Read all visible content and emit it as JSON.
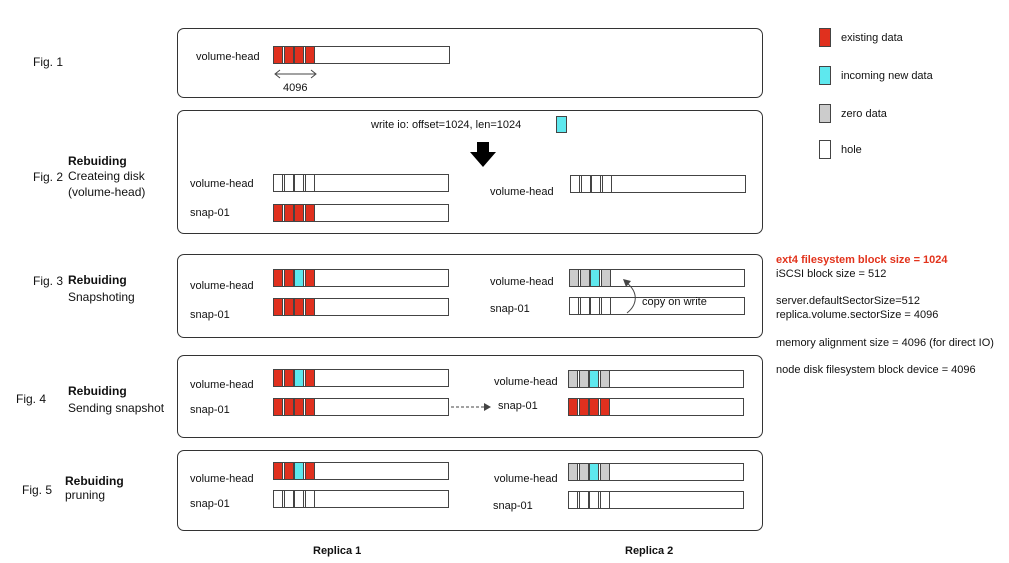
{
  "colors": {
    "existing": "#e0301e",
    "incoming": "#5ee8ee",
    "zero": "#cccccc",
    "hole": "#ffffff",
    "highlight_text": "#e2331c"
  },
  "figures": [
    {
      "label": "Fig. 1"
    },
    {
      "label": "Fig. 2",
      "title": "Rebuiding",
      "subtitle": "Createing disk\n(volume-head)"
    },
    {
      "label": "Fig. 3",
      "title": "Rebuiding",
      "subtitle": "Snapshoting"
    },
    {
      "label": "Fig. 4",
      "title": "Rebuiding",
      "subtitle": "Sending snapshot"
    },
    {
      "label": "Fig. 5",
      "title": "Rebuiding",
      "subtitle": "pruning"
    }
  ],
  "labels": {
    "volume_head": "volume-head",
    "snap01": "snap-01",
    "block_size": "4096",
    "write_io": "write io: offset=1024, len=1024",
    "copy_on_write": "copy on write",
    "replica1": "Replica 1",
    "replica2": "Replica 2"
  },
  "legend": [
    {
      "name": "existing data",
      "type": "existing"
    },
    {
      "name": "incoming new data",
      "type": "incoming"
    },
    {
      "name": "zero data",
      "type": "zero"
    },
    {
      "name": "hole",
      "type": "hole"
    }
  ],
  "notes": {
    "highlight": "ext4 filesystem block size = 1024",
    "lines": [
      "iSCSI block size = 512",
      "server.defaultSectorSize=512",
      "replica.volume.sectorSize = 4096",
      "memory alignment size = 4096 (for direct IO)",
      "node disk filesystem block device = 4096"
    ]
  },
  "bars": {
    "fig1_r1_head": [
      "existing",
      "existing",
      "existing",
      "existing"
    ],
    "fig2_r1_head": [
      "hole",
      "hole",
      "hole",
      "hole"
    ],
    "fig2_r1_snap": [
      "existing",
      "existing",
      "existing",
      "existing"
    ],
    "fig2_r2_head": [
      "hole",
      "hole",
      "hole",
      "hole"
    ],
    "fig3_r1_head": [
      "existing",
      "existing",
      "incoming",
      "existing"
    ],
    "fig3_r1_snap": [
      "existing",
      "existing",
      "existing",
      "existing"
    ],
    "fig3_r2_head": [
      "zero",
      "zero",
      "incoming",
      "zero"
    ],
    "fig3_r2_snap": [
      "hole",
      "hole",
      "hole",
      "hole"
    ],
    "fig4_r1_head": [
      "existing",
      "existing",
      "incoming",
      "existing"
    ],
    "fig4_r1_snap": [
      "existing",
      "existing",
      "existing",
      "existing"
    ],
    "fig4_r2_head": [
      "zero",
      "zero",
      "incoming",
      "zero"
    ],
    "fig4_r2_snap": [
      "existing",
      "existing",
      "existing",
      "existing"
    ],
    "fig5_r1_head": [
      "existing",
      "existing",
      "incoming",
      "existing"
    ],
    "fig5_r1_snap": [
      "hole",
      "hole",
      "hole",
      "hole"
    ],
    "fig5_r2_head": [
      "zero",
      "zero",
      "incoming",
      "zero"
    ],
    "fig5_r2_snap": [
      "hole",
      "hole",
      "hole",
      "hole"
    ]
  }
}
